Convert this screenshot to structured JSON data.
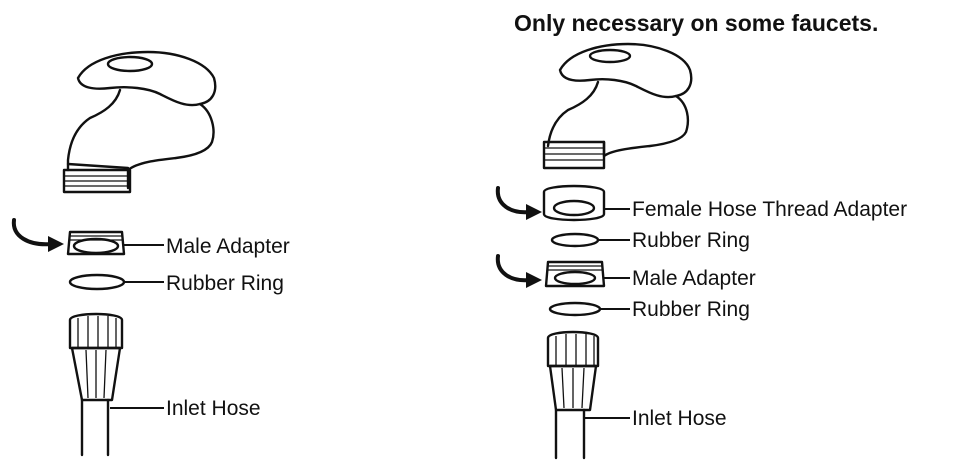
{
  "note": "Only necessary on some faucets.",
  "left_diagram": {
    "labels": [
      "Male Adapter",
      "Rubber Ring",
      "Inlet Hose"
    ]
  },
  "right_diagram": {
    "labels": [
      "Female Hose Thread Adapter",
      "Rubber Ring",
      "Male Adapter",
      "Rubber Ring",
      "Inlet Hose"
    ]
  },
  "ink_color": "#111111",
  "background": "#ffffff"
}
